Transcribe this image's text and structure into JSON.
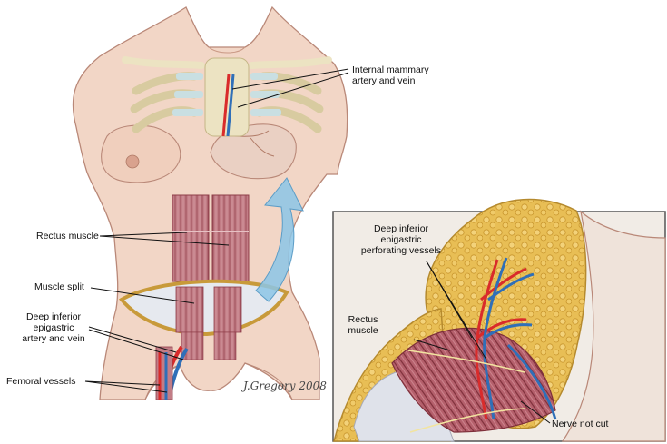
{
  "labels": {
    "internal_mammary_l1": "Internal mammary",
    "internal_mammary_l2": "artery and vein",
    "rectus_muscle": "Rectus muscle",
    "muscle_split": "Muscle split",
    "die_l1": "Deep inferior",
    "die_l2": "epigastric",
    "die_l3": "artery and vein",
    "femoral_vessels": "Femoral vessels",
    "diep_l1": "Deep inferior",
    "diep_l2": "epigastric",
    "diep_l3": "perforating vessels",
    "inset_rectus_l1": "Rectus",
    "inset_rectus_l2": "muscle",
    "nerve_not_cut": "Nerve not cut"
  },
  "signature": "J.Gregory 2008",
  "colors": {
    "skin": "#f2d6c6",
    "skin_shade": "#d9a892",
    "bone": "#ece3c2",
    "cartilage": "#c9dfe2",
    "muscle": "#c27d86",
    "muscle_dark": "#8e3d48",
    "artery": "#d92b2b",
    "vein": "#2f6fb8",
    "fat": "#e6b84d",
    "arrow": "#8cc5e6",
    "fascia": "#e6e9ef"
  }
}
